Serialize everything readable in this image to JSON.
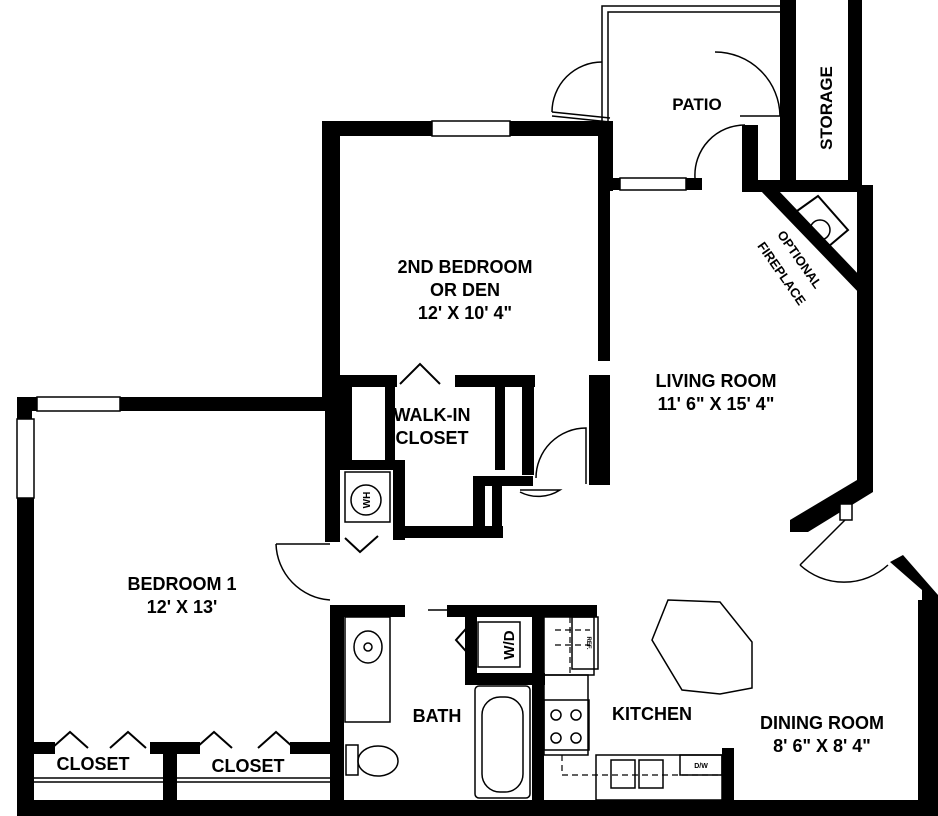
{
  "rooms": {
    "patio": "PATIO",
    "storage": "STORAGE",
    "fireplace_line1": "OPTIONAL",
    "fireplace_line2": "FIREPLACE",
    "bedroom2_line1": "2ND BEDROOM",
    "bedroom2_line2": "OR DEN",
    "bedroom2_size": "12' X 10' 4\"",
    "living_name": "LIVING ROOM",
    "living_size": "11' 6\" X 15' 4\"",
    "walkin_line1": "WALK-IN",
    "walkin_line2": "CLOSET",
    "water_heater": "WH",
    "bedroom1_name": "BEDROOM 1",
    "bedroom1_size": "12' X 13'",
    "washer_dryer": "W/D",
    "bath": "BATH",
    "kitchen": "KITCHEN",
    "dining_name": "DINING ROOM",
    "dining_size": "8' 6\" X 8' 4\"",
    "closet_left": "CLOSET",
    "closet_right": "CLOSET",
    "refrigerator": "REF.",
    "dishwasher": "D/W"
  }
}
